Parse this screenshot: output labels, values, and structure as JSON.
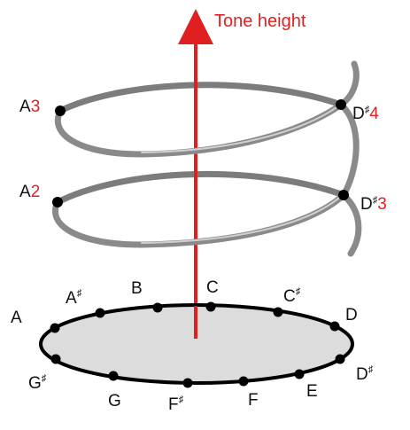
{
  "axis": {
    "label": "Tone height",
    "color": "#e02020"
  },
  "helix_labels": [
    {
      "id": "a3",
      "note": "A",
      "sharp": "",
      "octave": "3"
    },
    {
      "id": "ds4",
      "note": "D",
      "sharp": "♯",
      "octave": "4"
    },
    {
      "id": "a2",
      "note": "A",
      "sharp": "",
      "octave": "2"
    },
    {
      "id": "ds3",
      "note": "D",
      "sharp": "♯",
      "octave": "3"
    }
  ],
  "chroma_labels": [
    {
      "id": "a",
      "note": "A",
      "sharp": ""
    },
    {
      "id": "as",
      "note": "A",
      "sharp": "♯"
    },
    {
      "id": "b",
      "note": "B",
      "sharp": ""
    },
    {
      "id": "c",
      "note": "C",
      "sharp": ""
    },
    {
      "id": "cs",
      "note": "C",
      "sharp": "♯"
    },
    {
      "id": "d",
      "note": "D",
      "sharp": ""
    },
    {
      "id": "ds",
      "note": "D",
      "sharp": "♯"
    },
    {
      "id": "e",
      "note": "E",
      "sharp": ""
    },
    {
      "id": "f",
      "note": "F",
      "sharp": ""
    },
    {
      "id": "fs",
      "note": "F",
      "sharp": "♯"
    },
    {
      "id": "g",
      "note": "G",
      "sharp": ""
    },
    {
      "id": "gs",
      "note": "G",
      "sharp": "♯"
    }
  ],
  "colors": {
    "octave_number": "#e02020",
    "helix": "#8a8a8a",
    "disc_fill": "#dcdcdc",
    "dots": "#000000"
  }
}
